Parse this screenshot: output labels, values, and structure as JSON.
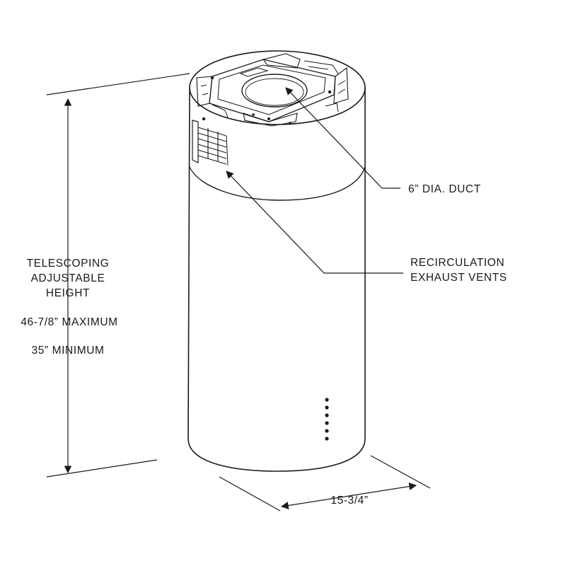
{
  "labels": {
    "duct": "6” DIA.  DUCT",
    "vents_line1": "RECIRCULATION",
    "vents_line2": "EXHAUST VENTS",
    "height_line1": "TELESCOPING",
    "height_line2": "ADJUSTABLE",
    "height_line3": "HEIGHT",
    "max_height": "46-7/8”  MAXIMUM",
    "min_height": "35”  MINIMUM",
    "diameter": "15-3/4”"
  },
  "indicator_dots": 6
}
